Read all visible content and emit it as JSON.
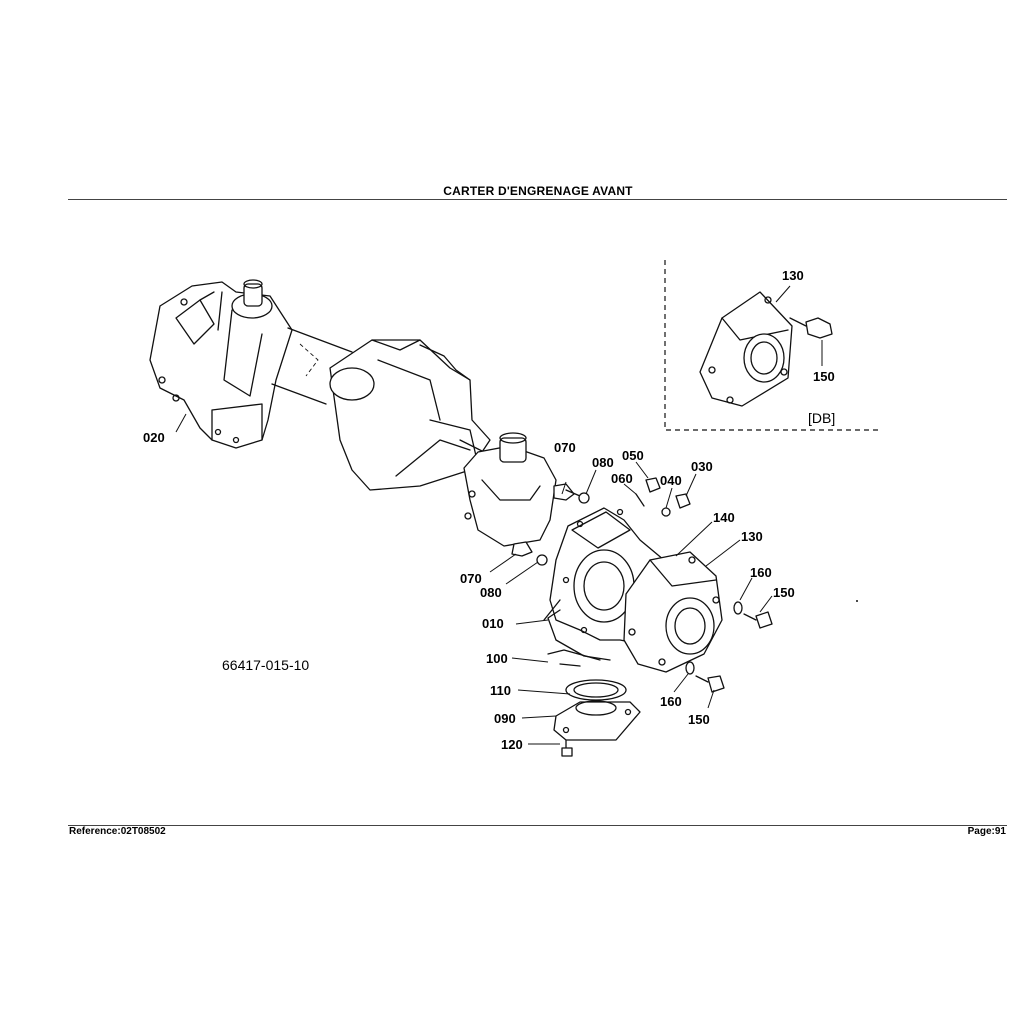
{
  "header": {
    "title": "CARTER D'ENGRENAGE AVANT"
  },
  "footer": {
    "reference": "Reference:02T08502",
    "page": "Page:91"
  },
  "figure": {
    "drawing_number": "66417-015-10",
    "inset_label": "[DB]",
    "callouts": {
      "c020": "020",
      "c070a": "070",
      "c080a": "080",
      "c050": "050",
      "c060": "060",
      "c040": "040",
      "c030": "030",
      "c140": "140",
      "c130": "130",
      "c130_inset": "130",
      "c150_inset": "150",
      "c070b": "070",
      "c080b": "080",
      "c010": "010",
      "c100": "100",
      "c110": "110",
      "c090": "090",
      "c120": "120",
      "c160a": "160",
      "c150a": "150",
      "c160b": "160",
      "c150b": "150"
    }
  }
}
